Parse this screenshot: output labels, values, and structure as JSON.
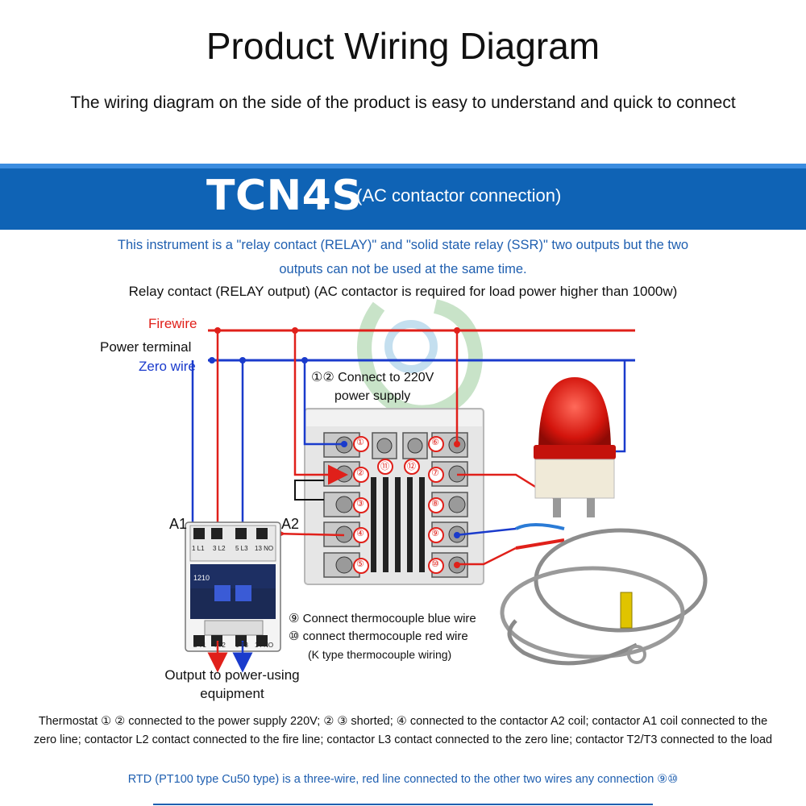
{
  "header": {
    "title": "Product Wiring Diagram",
    "subtitle": "The wiring diagram on the side of the product is easy to understand and quick to connect"
  },
  "banner": {
    "model": "TCN4S",
    "note": "(AC contactor connection)"
  },
  "notes": {
    "blue_line_1": "This instrument is a \"relay contact (RELAY)\" and \"solid state relay (SSR)\" two outputs but the two",
    "blue_line_2": "outputs can not be used at the same time.",
    "relay": "Relay contact (RELAY output) (AC contactor is required for load power higher than 1000w)"
  },
  "diagram": {
    "fire_label": "Firewire",
    "power_label": "Power terminal",
    "zero_label": "Zero wire",
    "connect_line_1": "①② Connect to 220V",
    "connect_line_2": "power supply",
    "a1": "A1",
    "a2": "A2",
    "tc_line_1": "⑨ Connect thermocouple blue wire",
    "tc_line_2": "⑩ connect thermocouple red wire",
    "tc_line_3": "(K type thermocouple wiring)",
    "output_line_1": "Output to power-using",
    "output_line_2": "equipment",
    "terminals_left": [
      "①",
      "②",
      "③",
      "④",
      "⑤"
    ],
    "terminals_right": [
      "⑥",
      "⑦",
      "⑧",
      "⑨",
      "⑩"
    ],
    "terminals_mid": [
      "⑪",
      "⑫"
    ],
    "contactor_top": [
      "1 L1",
      "3 L2",
      "5 L3",
      "13 NO"
    ],
    "contactor_bottom": [
      "2 T1",
      "4 T2",
      "6 T3",
      "14 NO"
    ],
    "contactor_model": "1210",
    "colors": {
      "fire": "#e0201a",
      "zero": "#1a3bcc",
      "banner": "#0f63b5",
      "note_blue": "#1f5fb0"
    }
  },
  "footer": {
    "text": "Thermostat ① ② connected to the power supply 220V; ② ③ shorted; ④ connected to the contactor A2 coil; contactor A1 coil connected to the zero line; contactor L2 contact connected to the fire line; contactor L3 contact connected to the zero line; contactor T2/T3 connected to the load",
    "rtd": "RTD (PT100 type Cu50 type) is a three-wire, red line connected to the other two wires any connection ⑨⑩"
  }
}
